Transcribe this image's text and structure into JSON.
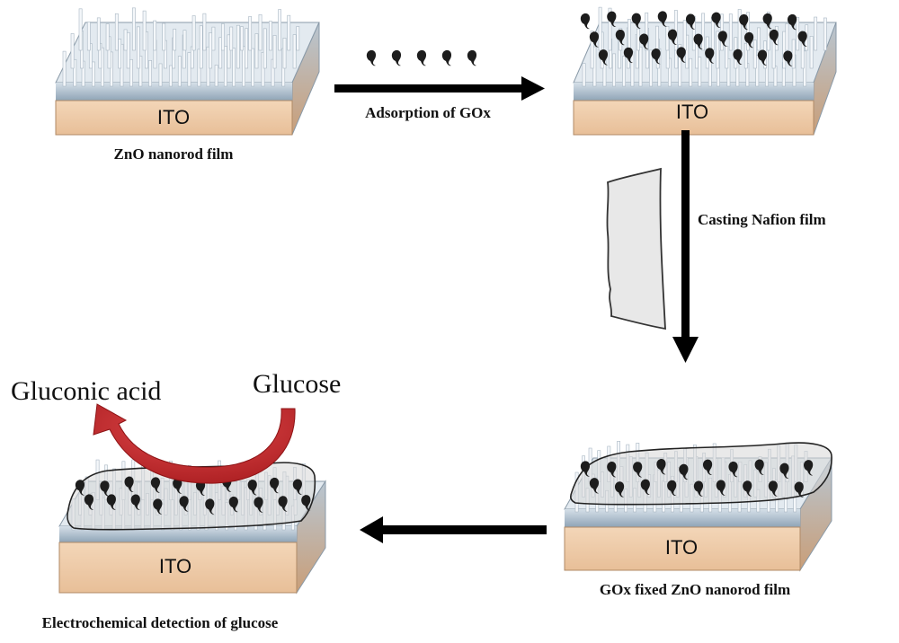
{
  "substrate_label": "ITO",
  "captions": {
    "zno_film": "ZnO nanorod film",
    "adsorption": "Adsorption of GOx",
    "casting": "Casting Nafion film",
    "gox_fixed": "GOx fixed ZnO nanorod film",
    "detection": "Electrochemical detection of glucose"
  },
  "reaction": {
    "product": "Gluconic acid",
    "substrate": "Glucose"
  },
  "colors": {
    "substrate_top": "#e9c7a2",
    "substrate_front": "#f1cfae",
    "substrate_side": "#c9a07a",
    "zno_layer": "#9fb3c4",
    "zno_layer_light": "#d3dde6",
    "nanorod": "#eef3f7",
    "enzyme": "#1d1d1d",
    "arrow": "#000000",
    "reaction_arrow": "#c0282b"
  }
}
